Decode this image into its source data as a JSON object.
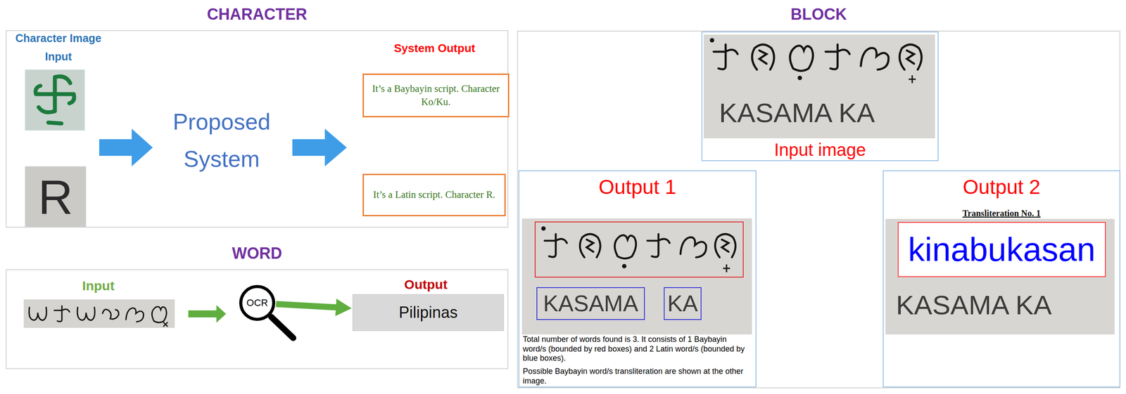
{
  "diagram": {
    "nodes": [
      {
        "text": [
          "CHARACTER"
        ]
      },
      {
        "text": [
          "It’s a Baybayin script. Character Ko/Ku."
        ],
        "in": 0
      },
      {
        "text": [
          "It’s a Latin script. Character R."
        ],
        "in": 0
      },
      {
        "text": [
          "WORD"
        ]
      },
      {
        "text": [
          "OCR"
        ],
        "in": 3
      },
      {
        "text": [
          "Pilipinas"
        ],
        "in": 3
      },
      {
        "text": [
          "BLOCK"
        ]
      },
      {
        "text": [
          "KASAMA KA",
          "Input image"
        ],
        "in": 6
      },
      {
        "text": [
          "Output 1",
          "Total number of words found is 3. It consists of 1 Baybayin word/s (bounded by red boxes) and 2 Latin word/s (bounded by blue boxes).",
          "Possible Baybayin word/s transliteration are shown at the other image."
        ],
        "in": 6
      },
      {
        "text": [
          "KASAMA"
        ],
        "in": 8
      },
      {
        "text": [
          "KA"
        ],
        "in": 8
      },
      {
        "text": [
          "Output 2",
          "Transliteration No. 1",
          "KASAMA KA"
        ],
        "in": 6
      },
      {
        "text": [
          "kinabukasan"
        ],
        "in": 11
      }
    ],
    "edges": [
      {
        "from": 4,
        "to": 5,
        "arrow": "to"
      }
    ],
    "labels": [
      "Character Image Input",
      "Proposed System",
      "System Output",
      "R",
      "Input",
      "Output"
    ]
  }
}
